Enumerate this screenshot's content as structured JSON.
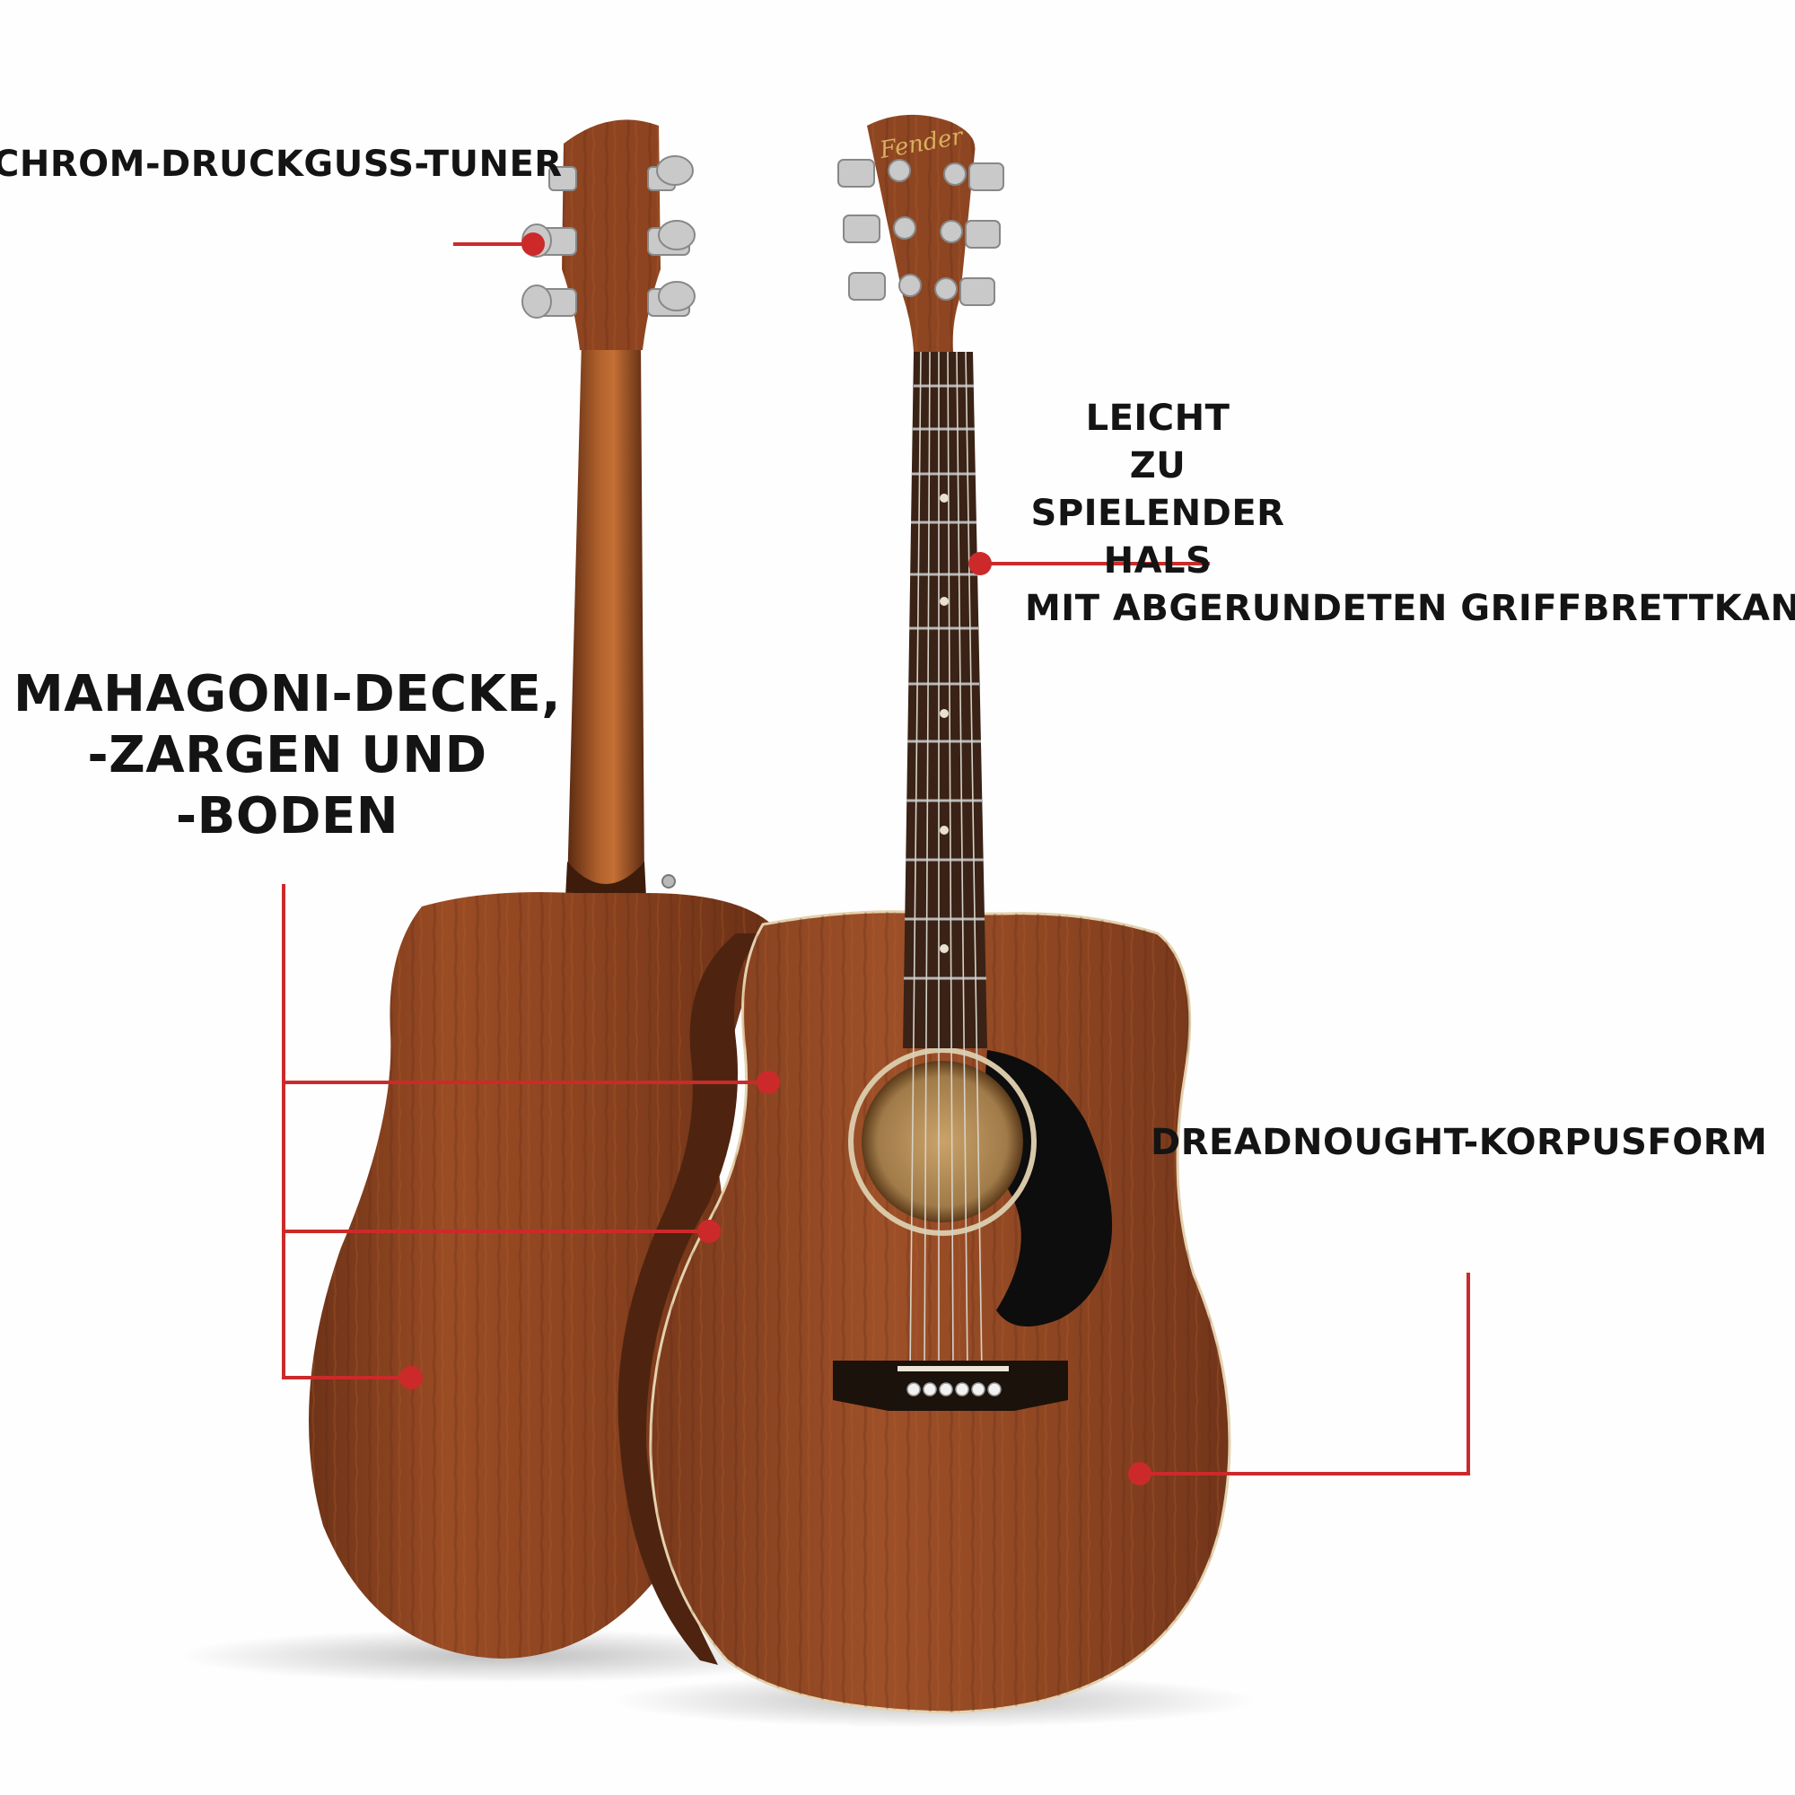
{
  "labels": {
    "tuners": "CHROM-DRUCKGUSS-TUNER",
    "neck": [
      "LEICHT",
      "ZU",
      "SPIELENDER",
      "HALS",
      "MIT ABGERUNDETEN GRIFFBRETTKAN"
    ],
    "wood": [
      "MAHAGONI-DECKE,",
      "-ZARGEN UND",
      "-BODEN"
    ],
    "body_shape": "DREADNOUGHT-KORPUSFORM"
  },
  "headstock_logo": "Fender",
  "colors": {
    "callout_red": "#cc2a2a",
    "mahogany": "#8a4422",
    "mahogany_dark": "#5a2a14",
    "label_text": "#141414",
    "background": "#fefefe"
  }
}
